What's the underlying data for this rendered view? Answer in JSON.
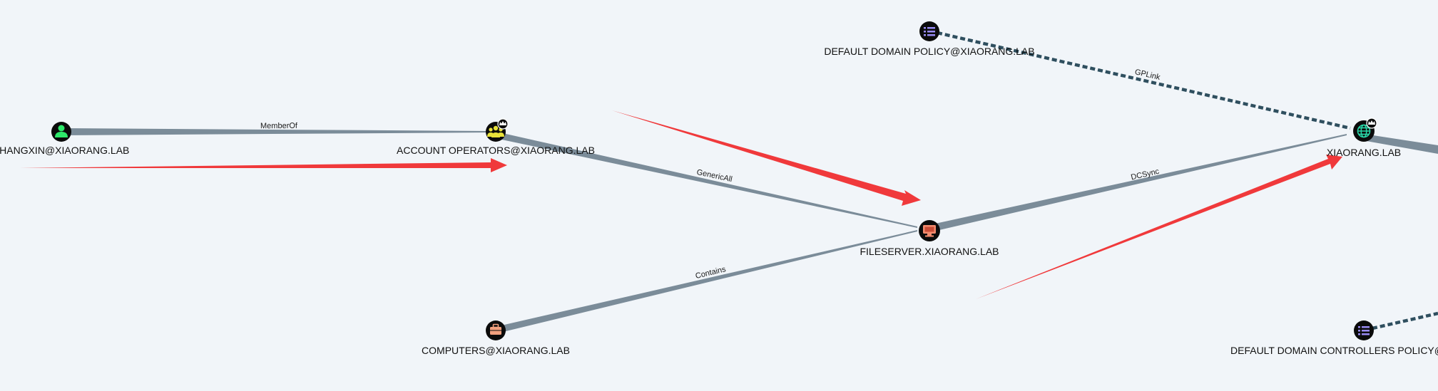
{
  "colors": {
    "background": "#f1f5f9",
    "edge": "#7b8c99",
    "gplink_edge": "#2f4f5f",
    "annotation_arrow": "#f0393b",
    "node_fill": "#0b0b0b",
    "user_icon": "#2ee86a",
    "group_icon": "#e8e23a",
    "computer_icon": "#f28b6e",
    "container_icon": "#f2a07e",
    "domain_icon": "#29d8a8",
    "gpo_icon": "#9a8cf5"
  },
  "nodes": {
    "user": {
      "label": "ZHANGXIN@XIAORANG.LAB",
      "icon": "user-icon"
    },
    "group": {
      "label": "ACCOUNT OPERATORS@XIAORANG.LAB",
      "icon": "group-icon",
      "badge": "highvalue-crown-icon"
    },
    "computers": {
      "label": "COMPUTERS@XIAORANG.LAB",
      "icon": "container-briefcase-icon"
    },
    "fileserver": {
      "label": "FILESERVER.XIAORANG.LAB",
      "icon": "computer-monitor-icon"
    },
    "gpo_default": {
      "label": "DEFAULT DOMAIN POLICY@XIAORANG.LAB",
      "icon": "gpo-list-icon"
    },
    "domain": {
      "label": "XIAORANG.LAB",
      "icon": "domain-globe-icon",
      "badge": "highvalue-crown-icon"
    },
    "gpo_dc": {
      "label": "DEFAULT DOMAIN CONTROLLERS POLICY@XIAORANG.LAB",
      "icon": "gpo-list-icon"
    }
  },
  "edges": {
    "memberof": "MemberOf",
    "genericall": "GenericAll",
    "contains": "Contains",
    "dcsync": "DCSync",
    "gplink": "GPLink"
  }
}
